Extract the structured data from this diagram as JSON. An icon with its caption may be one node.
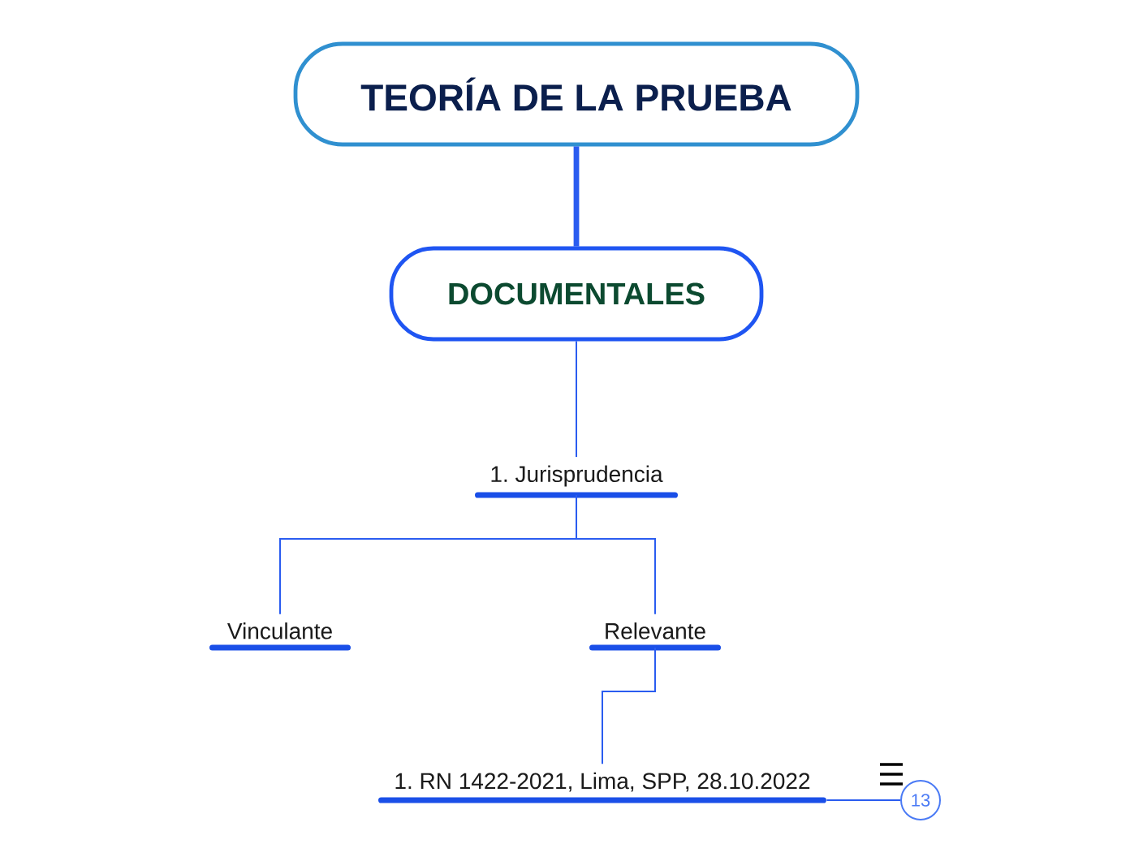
{
  "diagram": {
    "nodes": [
      {
        "text": [
          "TEORÍA DE LA PRUEBA"
        ]
      },
      {
        "text": [
          "DOCUMENTALES"
        ]
      },
      {
        "text": [
          "1. Jurisprudencia"
        ]
      },
      {
        "text": [
          "Vinculante"
        ]
      },
      {
        "text": [
          "Relevante"
        ]
      },
      {
        "text": [
          "1. RN 1422-2021, Lima, SPP, 28.10.2022"
        ]
      },
      {
        "text": [
          "13"
        ]
      }
    ],
    "edges": [
      {
        "from": 0,
        "to": 1,
        "arrow": "none",
        "style": "thick"
      },
      {
        "from": 1,
        "to": 2,
        "arrow": "none"
      },
      {
        "from": 2,
        "to": 3,
        "arrow": "none"
      },
      {
        "from": 2,
        "to": 4,
        "arrow": "none"
      },
      {
        "from": 4,
        "to": 5,
        "arrow": "none"
      },
      {
        "from": 5,
        "to": 6,
        "arrow": "none"
      }
    ]
  }
}
